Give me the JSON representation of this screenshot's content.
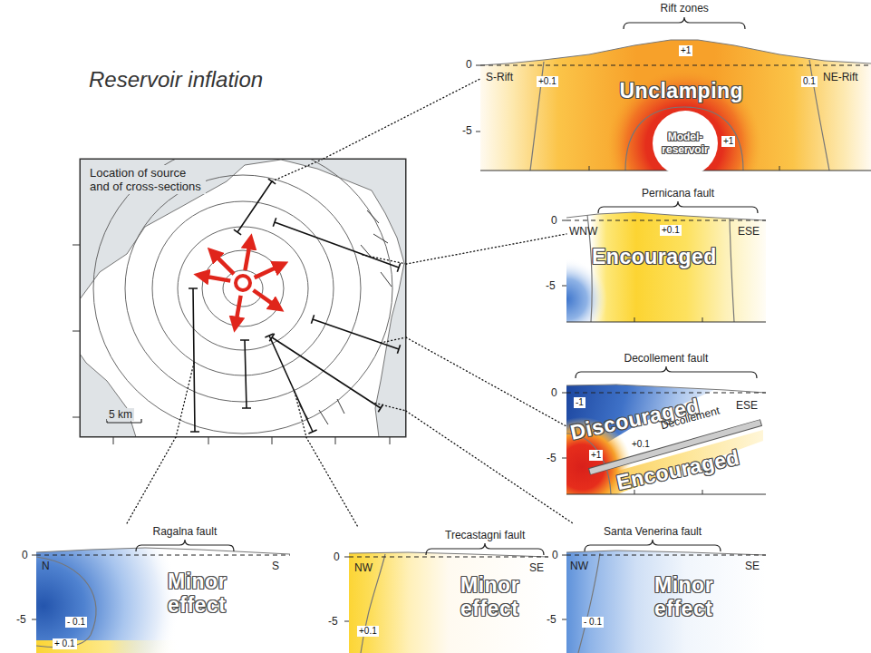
{
  "diagram": {
    "title": "Reservoir inflation",
    "nodes": [
      {
        "text": [
          "Location of source and of cross-sections"
        ]
      },
      {
        "text": [
          "Rift zones",
          "Unclamping"
        ]
      },
      {
        "text": [
          "Model- reservoir"
        ],
        "in": 1
      },
      {
        "text": [
          "Pernicana fault",
          "Encouraged"
        ]
      },
      {
        "text": [
          "Decollement fault",
          "Discouraged",
          "Encouraged"
        ]
      },
      {
        "text": [
          "Ragalna fault",
          "Minor effect"
        ]
      },
      {
        "text": [
          "Trecastagni fault",
          "Minor effect"
        ]
      },
      {
        "text": [
          "Santa Venerina fault",
          "Minor effect"
        ]
      }
    ],
    "edges": [
      {
        "from": 0,
        "to": 1,
        "arrow": "none"
      },
      {
        "from": 0,
        "to": 3,
        "arrow": "none"
      },
      {
        "from": 0,
        "to": 4,
        "arrow": "none"
      },
      {
        "from": 0,
        "to": 5,
        "arrow": "none"
      },
      {
        "from": 0,
        "to": 6,
        "arrow": "none"
      },
      {
        "from": 0,
        "to": 7,
        "arrow": "none"
      }
    ],
    "labels": [
      "5 km",
      "+1",
      "0",
      "S-Rift",
      "+0.1",
      "0.1",
      "NE-Rift",
      "-5",
      "+1",
      "0",
      "-5",
      "WNW",
      "+0.1",
      "ESE",
      "0",
      "-5",
      "-1",
      "ESE",
      "Decollement",
      "+1",
      "+0.1",
      "0",
      "-5",
      "N",
      "S",
      "- 0.1",
      "+ 0.1",
      "0",
      "-5",
      "NW",
      "SE",
      "+0.1",
      "0",
      "-5",
      "NW",
      "SE",
      "- 0.1"
    ]
  }
}
